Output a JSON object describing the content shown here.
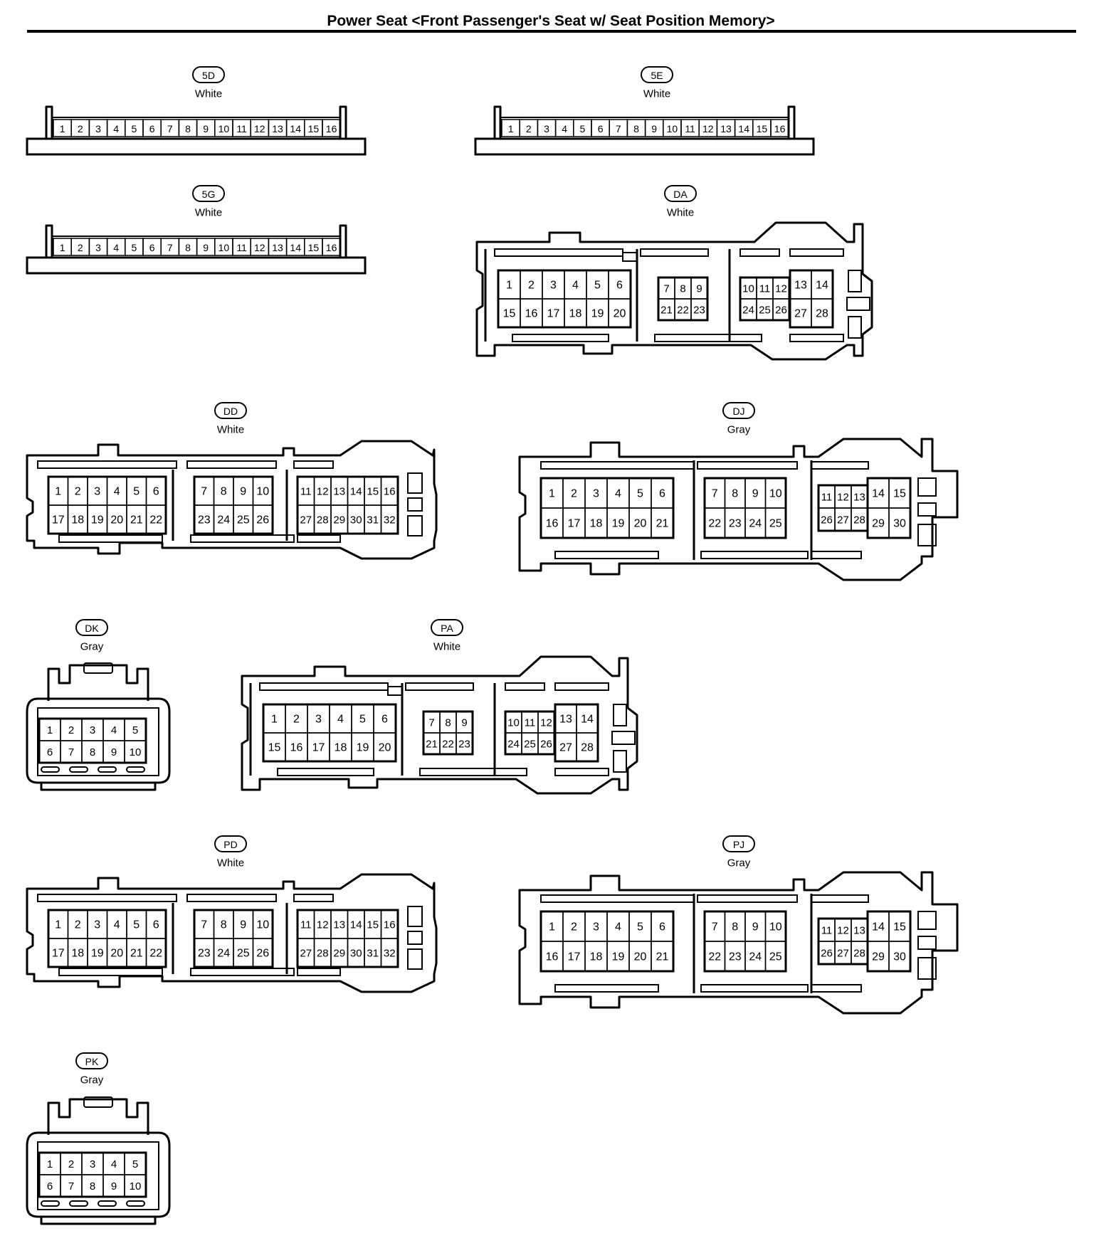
{
  "title": "Power Seat <Front Passenger's Seat w/ Seat Position Memory>",
  "connectors": [
    {
      "code": "5D",
      "color": "White",
      "type": "strip16",
      "pins": [
        "1",
        "2",
        "3",
        "4",
        "5",
        "6",
        "7",
        "8",
        "9",
        "10",
        "11",
        "12",
        "13",
        "14",
        "15",
        "16"
      ]
    },
    {
      "code": "5E",
      "color": "White",
      "type": "strip16",
      "pins": [
        "1",
        "2",
        "3",
        "4",
        "5",
        "6",
        "7",
        "8",
        "9",
        "10",
        "11",
        "12",
        "13",
        "14",
        "15",
        "16"
      ]
    },
    {
      "code": "5G",
      "color": "White",
      "type": "strip16",
      "pins": [
        "1",
        "2",
        "3",
        "4",
        "5",
        "6",
        "7",
        "8",
        "9",
        "10",
        "11",
        "12",
        "13",
        "14",
        "15",
        "16"
      ]
    },
    {
      "code": "DA",
      "color": "White",
      "type": "block28",
      "left": [
        "1",
        "2",
        "3",
        "4",
        "5",
        "6",
        "15",
        "16",
        "17",
        "18",
        "19",
        "20"
      ],
      "mid": [
        "7",
        "8",
        "9",
        "21",
        "22",
        "23"
      ],
      "right_small": [
        "10",
        "11",
        "12",
        "24",
        "25",
        "26"
      ],
      "right_big": [
        "13",
        "14",
        "27",
        "28"
      ]
    },
    {
      "code": "DD",
      "color": "White",
      "type": "block32",
      "left": [
        "1",
        "2",
        "3",
        "4",
        "5",
        "6",
        "17",
        "18",
        "19",
        "20",
        "21",
        "22"
      ],
      "mid": [
        "7",
        "8",
        "9",
        "10",
        "23",
        "24",
        "25",
        "26"
      ],
      "right": [
        "11",
        "12",
        "13",
        "14",
        "15",
        "16",
        "27",
        "28",
        "29",
        "30",
        "31",
        "32"
      ]
    },
    {
      "code": "DJ",
      "color": "Gray",
      "type": "block30",
      "left": [
        "1",
        "2",
        "3",
        "4",
        "5",
        "6",
        "16",
        "17",
        "18",
        "19",
        "20",
        "21"
      ],
      "mid": [
        "7",
        "8",
        "9",
        "10",
        "22",
        "23",
        "24",
        "25"
      ],
      "right_small": [
        "11",
        "12",
        "13",
        "26",
        "27",
        "28"
      ],
      "right_big": [
        "14",
        "15",
        "29",
        "30"
      ]
    },
    {
      "code": "DK",
      "color": "Gray",
      "type": "block10",
      "pins": [
        "1",
        "2",
        "3",
        "4",
        "5",
        "6",
        "7",
        "8",
        "9",
        "10"
      ]
    },
    {
      "code": "PA",
      "color": "White",
      "type": "block28",
      "left": [
        "1",
        "2",
        "3",
        "4",
        "5",
        "6",
        "15",
        "16",
        "17",
        "18",
        "19",
        "20"
      ],
      "mid": [
        "7",
        "8",
        "9",
        "21",
        "22",
        "23"
      ],
      "right_small": [
        "10",
        "11",
        "12",
        "24",
        "25",
        "26"
      ],
      "right_big": [
        "13",
        "14",
        "27",
        "28"
      ]
    },
    {
      "code": "PD",
      "color": "White",
      "type": "block32",
      "left": [
        "1",
        "2",
        "3",
        "4",
        "5",
        "6",
        "17",
        "18",
        "19",
        "20",
        "21",
        "22"
      ],
      "mid": [
        "7",
        "8",
        "9",
        "10",
        "23",
        "24",
        "25",
        "26"
      ],
      "right": [
        "11",
        "12",
        "13",
        "14",
        "15",
        "16",
        "27",
        "28",
        "29",
        "30",
        "31",
        "32"
      ]
    },
    {
      "code": "PJ",
      "color": "Gray",
      "type": "block30",
      "left": [
        "1",
        "2",
        "3",
        "4",
        "5",
        "6",
        "16",
        "17",
        "18",
        "19",
        "20",
        "21"
      ],
      "mid": [
        "7",
        "8",
        "9",
        "10",
        "22",
        "23",
        "24",
        "25"
      ],
      "right_small": [
        "11",
        "12",
        "13",
        "26",
        "27",
        "28"
      ],
      "right_big": [
        "14",
        "15",
        "29",
        "30"
      ]
    },
    {
      "code": "PK",
      "color": "Gray",
      "type": "block10",
      "pins": [
        "1",
        "2",
        "3",
        "4",
        "5",
        "6",
        "7",
        "8",
        "9",
        "10"
      ]
    }
  ]
}
